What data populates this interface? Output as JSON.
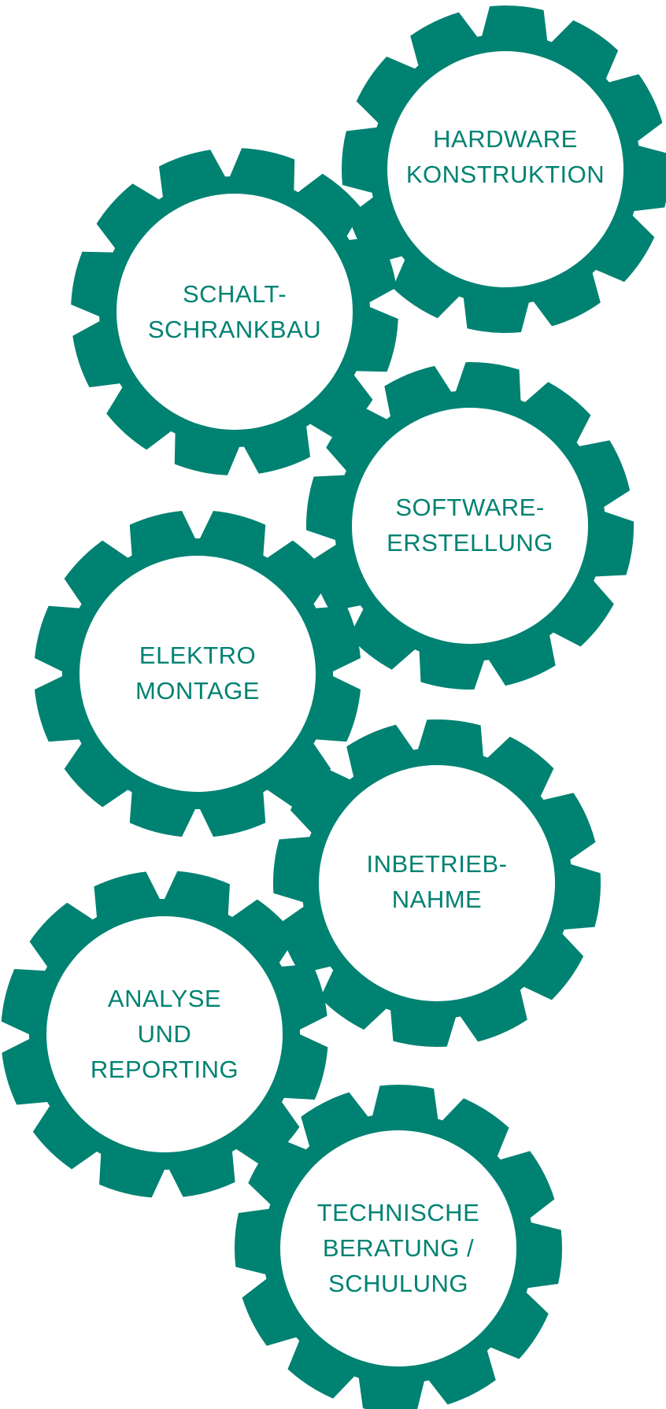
{
  "colors": {
    "gear": "#008272",
    "gear_center": "#ffffff",
    "label": "#008272",
    "background": "#ffffff"
  },
  "gears": [
    {
      "id": "hardware-konstruktion",
      "lines": [
        "HARDWARE",
        "KONSTRUKTION"
      ]
    },
    {
      "id": "schaltschrankbau",
      "lines": [
        "SCHALT-",
        "SCHRANKBAU"
      ]
    },
    {
      "id": "softwareerstellung",
      "lines": [
        "SOFTWARE-",
        "ERSTELLUNG"
      ]
    },
    {
      "id": "elektromontage",
      "lines": [
        "ELEKTRO",
        "MONTAGE"
      ]
    },
    {
      "id": "inbetriebnahme",
      "lines": [
        "INBETRIEB-",
        "NAHME"
      ]
    },
    {
      "id": "analyse-und-reporting",
      "lines": [
        "ANALYSE",
        "UND",
        "REPORTING"
      ]
    },
    {
      "id": "technische-beratung-schulung",
      "lines": [
        "TECHNISCHE",
        "BERATUNG /",
        "SCHULUNG"
      ]
    }
  ]
}
